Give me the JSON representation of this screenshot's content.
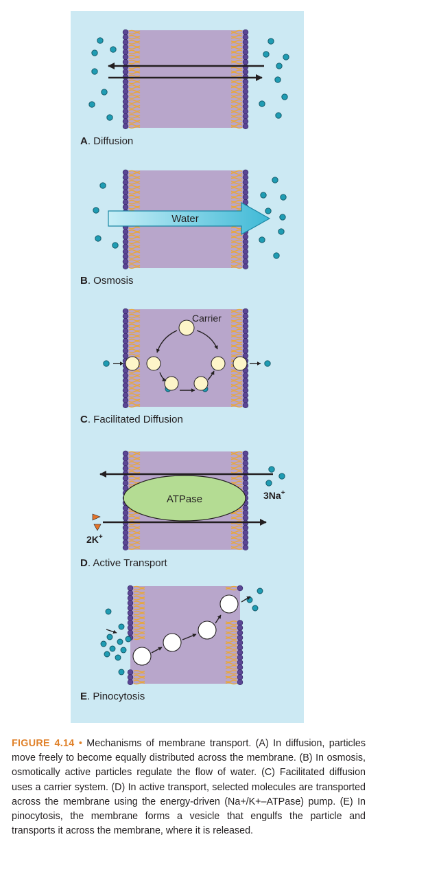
{
  "panels": {
    "a": {
      "letter": "A",
      "name": ". Diffusion"
    },
    "b": {
      "letter": "B",
      "name": ". Osmosis",
      "arrow_label": "Water"
    },
    "c": {
      "letter": "C",
      "name": ". Facilitated Diffusion",
      "carrier_label": "Carrier"
    },
    "d": {
      "letter": "D",
      "name": ". Active Transport",
      "pump_label": "ATPase",
      "sodium_label": "3Na",
      "sodium_sup": "+",
      "potassium_label": "2K",
      "potassium_sup": "+"
    },
    "e": {
      "letter": "E",
      "name": ". Pinocytosis"
    }
  },
  "caption": {
    "figure_number": "FIGURE 4.14",
    "bullet": "•",
    "text": "Mechanisms of membrane transport. (A) In diffusion, particles move freely to become equally distributed across the membrane. (B) In osmosis, osmotically active particles regulate the flow of water. (C) Facilitated diffusion uses a carrier system. (D) In active transport, selected molecules are transported across the membrane using the energy-driven (Na+/K+–ATPase) pump. (E) In pinocytosis, the membrane forms a vesicle that engulfs the particle and transports it across the membrane, where it is released."
  },
  "colors": {
    "background_panel": "#cce9f3",
    "membrane_interior": "#b8a6cb",
    "phospholipid_head": "#5b4694",
    "fatty_acid_tail": "#e8a73b",
    "particle": "#1f9cb3",
    "arrow": "#231f20",
    "water_arrow": "#6fcbe0",
    "carrier": "#fdf5c9",
    "atpase": "#b4dc93",
    "potassium": "#e37328",
    "caption_accent": "#e0822b"
  }
}
